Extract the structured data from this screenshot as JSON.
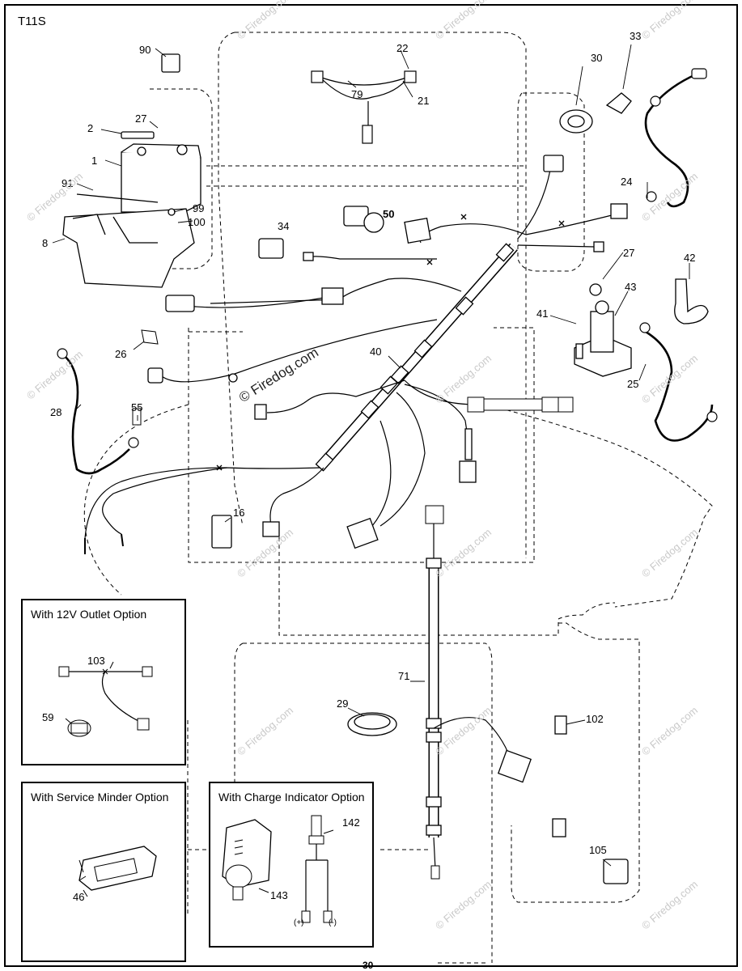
{
  "diagram_id": "T11S",
  "page_number": "30",
  "watermark": "© Firedog.com",
  "watermark_center": "© Firedog.com",
  "insets": {
    "outlet": {
      "title": "With 12V Outlet Option",
      "parts": [
        "103",
        "59"
      ]
    },
    "service_minder": {
      "title": "With Service Minder Option",
      "parts": [
        "46"
      ]
    },
    "charge_indicator": {
      "title": "With Charge Indicator Option",
      "parts": [
        "142",
        "143"
      ],
      "plus_label": "(+)",
      "minus_label": "(-)"
    }
  },
  "callouts": [
    "90",
    "22",
    "30",
    "33",
    "27",
    "2",
    "21",
    "79",
    "1",
    "91",
    "99",
    "100",
    "8",
    "34",
    "50",
    "24",
    "27",
    "42",
    "43",
    "41",
    "26",
    "40",
    "25",
    "28",
    "55",
    "16",
    "71",
    "29",
    "102",
    "105",
    "103",
    "59",
    "46",
    "142",
    "143"
  ]
}
